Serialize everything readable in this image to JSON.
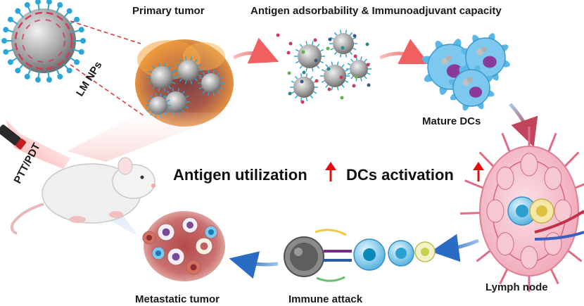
{
  "labels": {
    "primary_tumor": "Primary tumor",
    "antigen_title": "Antigen adsorbability & Immunoadjuvant capacity",
    "lm_nps": "LM NPs",
    "mature_dcs": "Mature DCs",
    "ptt_pdt": "PTT/PDT",
    "antigen_utilization": "Antigen utilization",
    "dcs_activation": "DCs activation",
    "lymph_node": "Lymph node",
    "immune_attack": "Immune attack",
    "metastatic_tumor": "Metastatic tumor"
  },
  "colors": {
    "up_arrow": "#e01010",
    "flow_arrow_red": "#f08c8c",
    "flow_arrow_blue": "#3a78c8",
    "dc_blue": "#5bb8e6",
    "np_core": "#9a9a9a",
    "np_spike": "#2aa7d6",
    "np_ring": "#d23a5a",
    "tumor_red": "#c0392b",
    "lymph_pink": "#f3b8c4"
  },
  "icons": [
    "laser-icon",
    "mouse-icon",
    "up-arrow-icon"
  ]
}
